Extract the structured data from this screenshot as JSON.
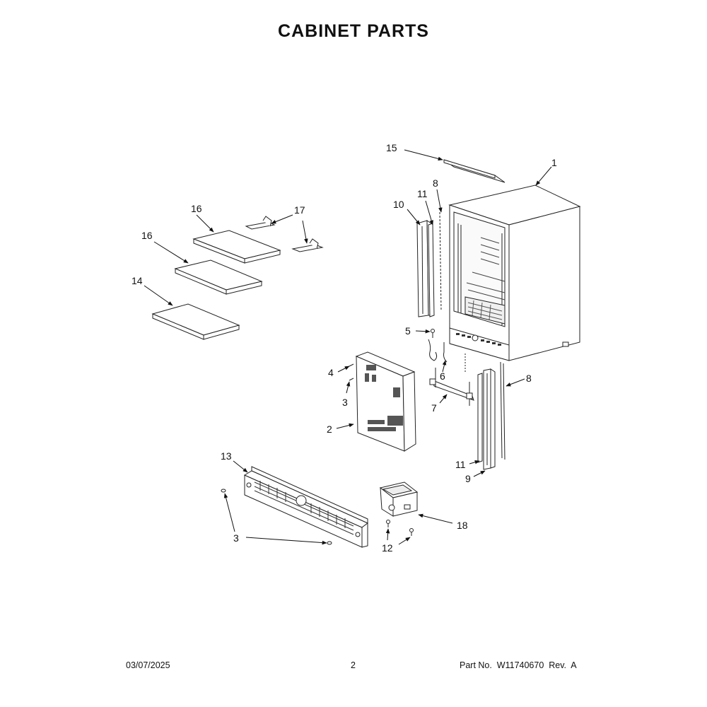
{
  "title": "CABINET PARTS",
  "callouts": {
    "c1": "1",
    "c2": "2",
    "c3a": "3",
    "c3b": "3",
    "c4": "4",
    "c5": "5",
    "c6": "6",
    "c7": "7",
    "c8a": "8",
    "c8b": "8",
    "c9": "9",
    "c10": "10",
    "c11a": "11",
    "c11b": "11",
    "c12": "12",
    "c13": "13",
    "c14": "14",
    "c15": "15",
    "c16a": "16",
    "c16b": "16",
    "c17": "17",
    "c18": "18"
  },
  "footer": {
    "date": "03/07/2025",
    "page": "2",
    "part": "Part No.  W11740670  Rev.  A"
  }
}
